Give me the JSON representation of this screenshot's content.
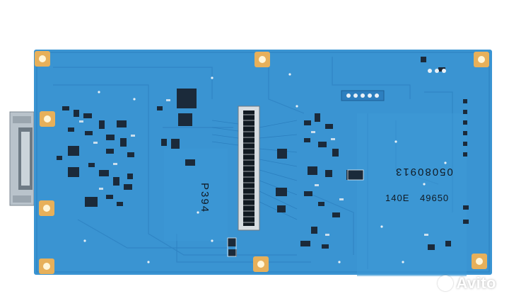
{
  "photo": {
    "subject": "printed circuit board",
    "colors": {
      "board": "#3a94d2",
      "trace": "#2f84c4",
      "pad_gold": "#e7b05a",
      "component_dark": "#1b2a3a",
      "silkscreen": "#e9f1f7",
      "background": "#ffffff"
    }
  },
  "silkscreen": {
    "model": "P394",
    "serial": "05080913",
    "code_left": "140E",
    "code_right": "49650"
  },
  "watermark": {
    "text": "Avito",
    "icon": "avito-logo-icon"
  }
}
